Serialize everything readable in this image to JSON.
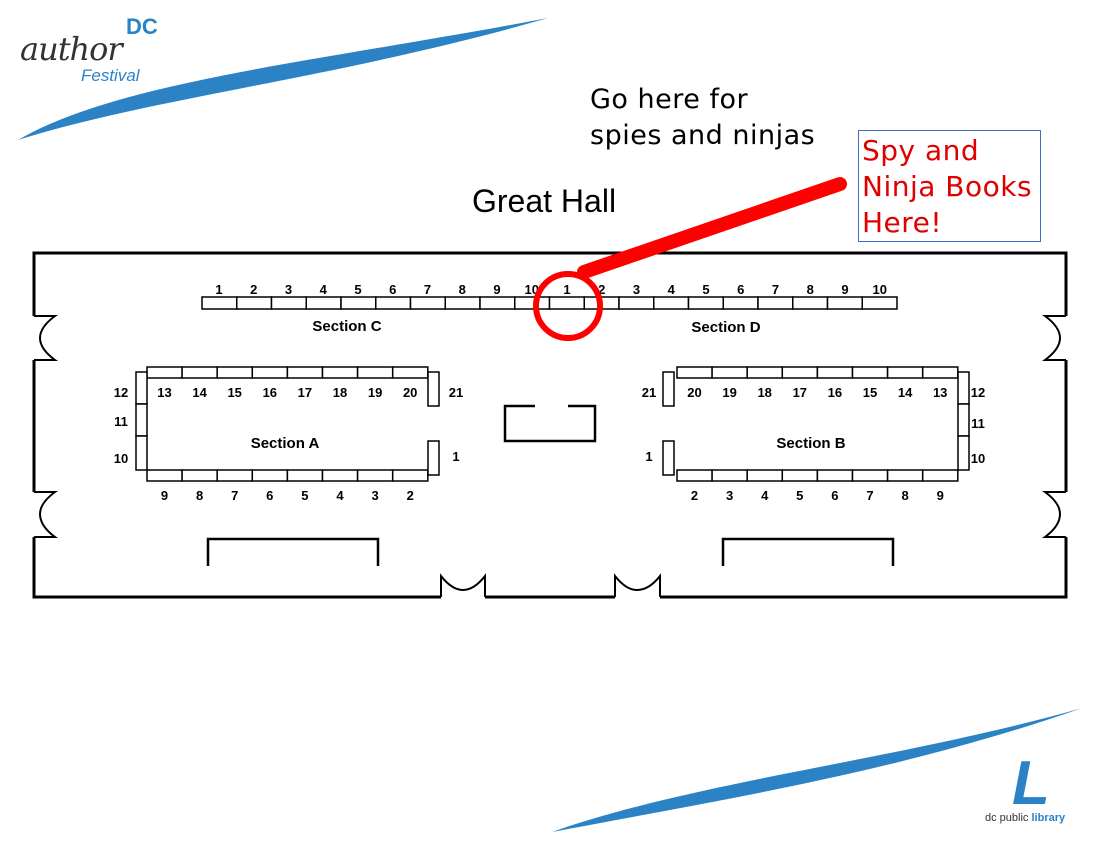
{
  "branding": {
    "festival_dc": "DC",
    "festival_author": "author",
    "festival_word": "Festival",
    "library_mark": "L",
    "library_prefix": "dc public ",
    "library_word": "library",
    "accent_color": "#2b83c6"
  },
  "hall_title": "Great Hall",
  "notes": {
    "black_lines": [
      "Go here for",
      "spies and ninjas"
    ],
    "red_lines": [
      "Spy and",
      "Ninja Books",
      "Here!"
    ],
    "red_color": "#e00000"
  },
  "sections": {
    "a": "Section A",
    "b": "Section B",
    "c": "Section C",
    "d": "Section D"
  },
  "tables": {
    "c": [
      "1",
      "2",
      "3",
      "4",
      "5",
      "6",
      "7",
      "8",
      "9",
      "10"
    ],
    "d": [
      "1",
      "2",
      "3",
      "4",
      "5",
      "6",
      "7",
      "8",
      "9",
      "10"
    ],
    "a_top": [
      "13",
      "14",
      "15",
      "16",
      "17",
      "18",
      "19",
      "20"
    ],
    "a_bottom": [
      "9",
      "8",
      "7",
      "6",
      "5",
      "4",
      "3",
      "2"
    ],
    "a_left": [
      "12",
      "11",
      "10"
    ],
    "a_right": [
      "21",
      "1"
    ],
    "b_top": [
      "20",
      "19",
      "18",
      "17",
      "16",
      "15",
      "14",
      "13"
    ],
    "b_bottom": [
      "2",
      "3",
      "4",
      "5",
      "6",
      "7",
      "8",
      "9"
    ],
    "b_left": [
      "21",
      "1"
    ],
    "b_right": [
      "12",
      "11",
      "10"
    ]
  },
  "highlight": {
    "section": "d",
    "table": "1",
    "color": "#ff0000"
  }
}
